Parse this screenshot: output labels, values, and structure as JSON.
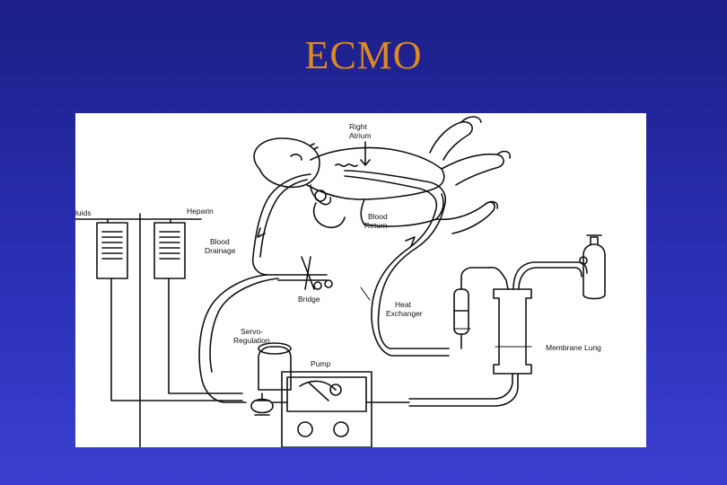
{
  "slide": {
    "title": "ECMO",
    "title_color": "#e08a1e",
    "background_color": "#2a2fb5"
  },
  "diagram": {
    "labels": {
      "right_atrium": [
        "Right",
        "Atrium"
      ],
      "fluids": "luids",
      "heparin": "Heparin",
      "blood_drainage": [
        "Blood",
        "Drainage"
      ],
      "blood_return": [
        "Blood",
        "Return"
      ],
      "bridge": "Bridge",
      "heat_exchanger": [
        "Heat",
        "Exchanger"
      ],
      "servo_regulation": [
        "Servo-",
        "Regulation"
      ],
      "pump": "Pump",
      "membrane_lung": "Membrane Lung"
    }
  }
}
